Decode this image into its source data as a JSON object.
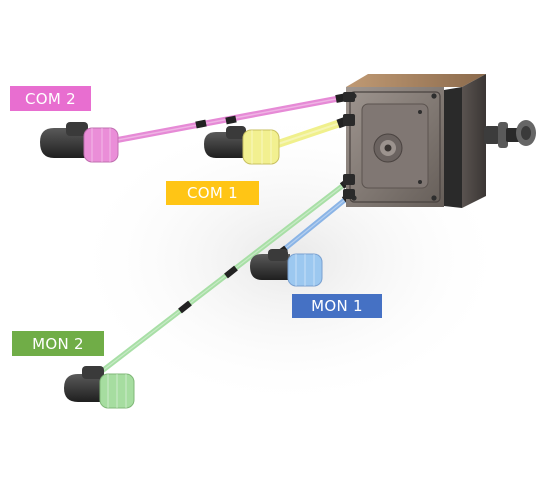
{
  "labels": {
    "com2": {
      "text": "COM 2",
      "color": "#e86ed0"
    },
    "com1": {
      "text": "COM 1",
      "color": "#ffc515"
    },
    "mon1": {
      "text": "MON 1",
      "color": "#4571c4"
    },
    "mon2": {
      "text": "MON 2",
      "color": "#70ad47"
    }
  },
  "cables": {
    "com2": "#e68ad6",
    "com1": "#f0f08c",
    "mon1": "#8ab4e6",
    "mon2": "#a8dfa6"
  },
  "connectors": {
    "com2": "#ea8ed8",
    "com1": "#f2f090",
    "mon1": "#9cc8f0",
    "mon2": "#a6dda0"
  },
  "box": {
    "front": "#8a7f78",
    "top": "#a27f5e",
    "side": "#2a2a2a",
    "flange": "#6b5a4e"
  }
}
